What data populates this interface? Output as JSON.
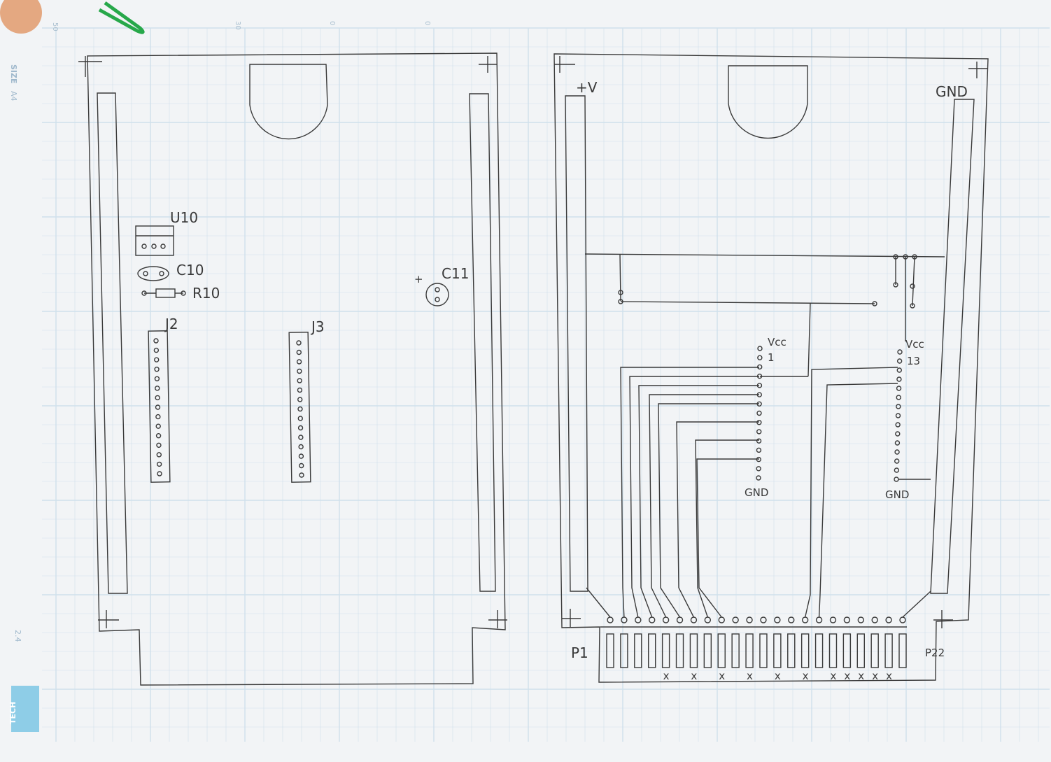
{
  "paper": {
    "size_label": "SIZE",
    "size_value": "A4",
    "edge_tab": "TECH",
    "corner_mark": "2.4",
    "ruler_ticks": [
      "50",
      "30",
      "0",
      "0"
    ]
  },
  "diagram": {
    "left_board": {
      "components": {
        "u10": "U10",
        "c10": "C10",
        "r10": "R10",
        "c11": "C11",
        "c11_polarity": "+",
        "j2": "J2",
        "j3": "J3"
      }
    },
    "right_board": {
      "rails": {
        "plus_v": "+V",
        "gnd_top": "GND"
      },
      "connector_a": {
        "vcc": "Vcc",
        "pin_first": "1",
        "gnd": "GND"
      },
      "connector_b": {
        "vcc": "Vcc",
        "pin_first": "13",
        "gnd": "GND"
      },
      "edge": {
        "first": "P1",
        "last": "P22"
      },
      "nc_mark": "x"
    }
  },
  "colors": {
    "pencil": "#3a3a3a",
    "grid": "#c7d9e8",
    "paper": "#f2f4f6",
    "tab": "#5fb8dc"
  }
}
